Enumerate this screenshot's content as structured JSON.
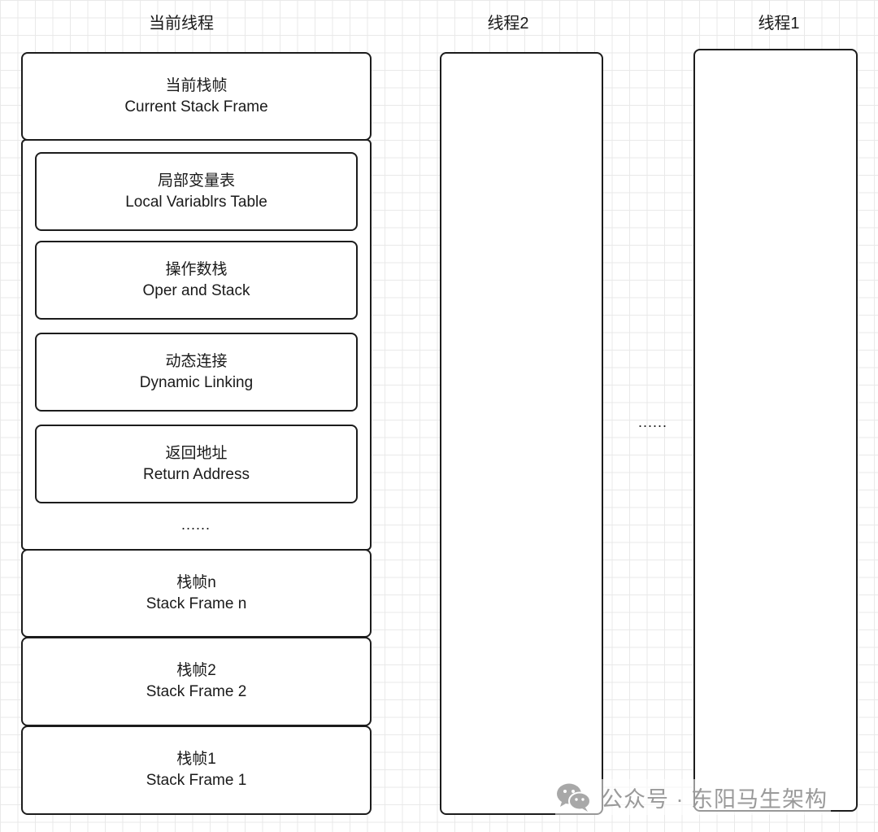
{
  "columns": {
    "current_thread": {
      "title": "当前线程",
      "current_frame": {
        "zh": "当前栈帧",
        "en": "Current Stack Frame"
      },
      "frame_parts": [
        {
          "zh": "局部变量表",
          "en": "Local Variablrs Table"
        },
        {
          "zh": "操作数栈",
          "en": "Oper and Stack"
        },
        {
          "zh": "动态连接",
          "en": "Dynamic Linking"
        },
        {
          "zh": "返回地址",
          "en": "Return Address"
        }
      ],
      "frame_parts_more": "......",
      "stack_frames": [
        {
          "zh": "栈帧n",
          "en": "Stack Frame n"
        },
        {
          "zh": "栈帧2",
          "en": "Stack Frame 2"
        },
        {
          "zh": "栈帧1",
          "en": "Stack Frame 1"
        }
      ]
    },
    "thread2": {
      "title": "线程2"
    },
    "thread1": {
      "title": "线程1"
    }
  },
  "between_threads_ellipsis": "......",
  "watermark": {
    "icon": "wechat-icon",
    "text": "公众号 · 东阳马生架构"
  },
  "colors": {
    "stroke": "#1c1c1c",
    "grid": "#e9e9e9",
    "watermark": "#9a9a9a"
  }
}
